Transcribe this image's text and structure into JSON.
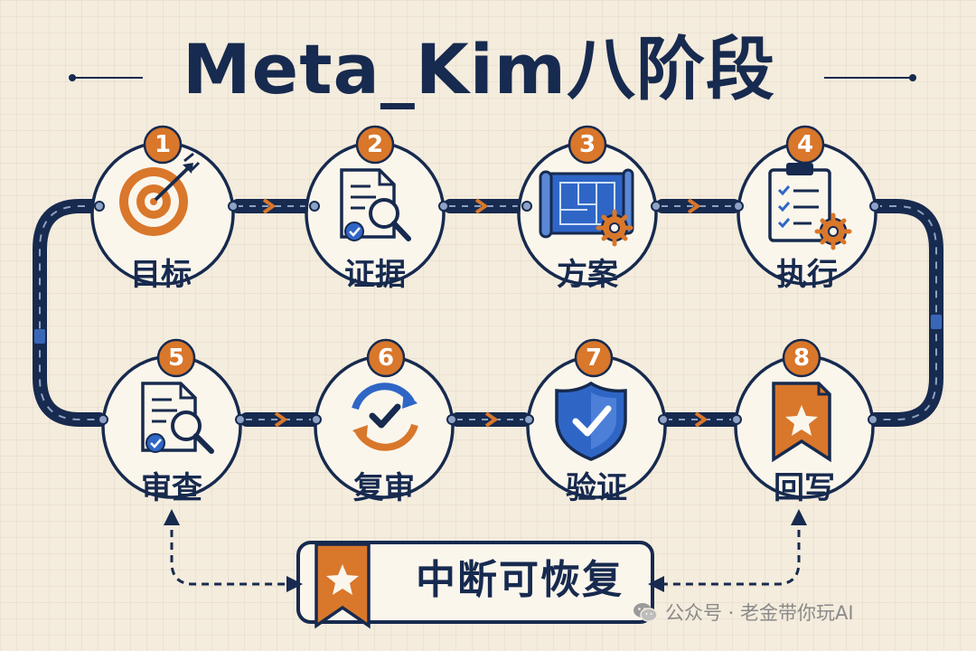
{
  "title": "Meta_Kim八阶段",
  "colors": {
    "navy": "#172a4f",
    "orange": "#d9772b",
    "blue": "#2f66c6",
    "background": "#f4ecdd"
  },
  "stages": [
    {
      "number": "1",
      "label": "目标",
      "icon": "target-arrow-icon"
    },
    {
      "number": "2",
      "label": "证据",
      "icon": "document-search-icon"
    },
    {
      "number": "3",
      "label": "方案",
      "icon": "blueprint-gear-icon"
    },
    {
      "number": "4",
      "label": "执行",
      "icon": "clipboard-checklist-gear-icon"
    },
    {
      "number": "5",
      "label": "审查",
      "icon": "document-search-icon"
    },
    {
      "number": "6",
      "label": "复审",
      "icon": "refresh-check-icon"
    },
    {
      "number": "7",
      "label": "验证",
      "icon": "shield-check-icon"
    },
    {
      "number": "8",
      "label": "回写",
      "icon": "bookmark-star-icon"
    }
  ],
  "resume": {
    "label": "中断可恢复",
    "icon": "bookmark-star-icon"
  },
  "watermark": {
    "text": "公众号 · 老金带你玩AI",
    "icon": "wechat-icon"
  }
}
